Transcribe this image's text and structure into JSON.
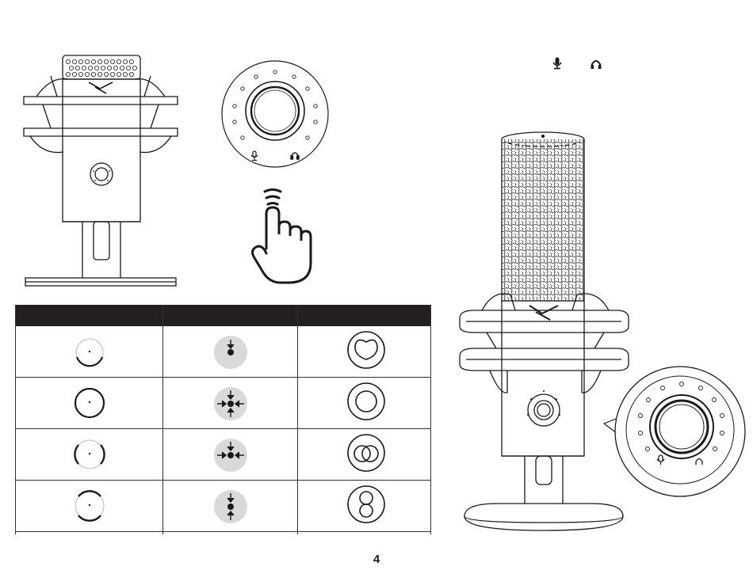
{
  "page": {
    "number": "4"
  },
  "status_icons": {
    "mic": "microphone-icon",
    "headphones": "headphones-icon"
  },
  "knob_icons": {
    "mic": "microphone-icon",
    "headphones": "headphones-icon"
  },
  "polar_table": {
    "headers": [
      "",
      "",
      ""
    ],
    "rows": [
      {
        "led_ring": "partial-ring",
        "pattern_arrows": "single-front-arrow",
        "pattern_shape": "cardioid"
      },
      {
        "led_ring": "full-ring",
        "pattern_arrows": "four-direction-arrows",
        "pattern_shape": "omnidirectional"
      },
      {
        "led_ring": "two-segment-ring",
        "pattern_arrows": "left-right-arrows",
        "pattern_shape": "stereo"
      },
      {
        "led_ring": "two-segment-ring-vertical",
        "pattern_arrows": "front-back-arrows",
        "pattern_shape": "bidirectional"
      }
    ]
  },
  "colors": {
    "header_bg": "#231f20",
    "line": "#1a1a1a",
    "shade": "#d9d9d9"
  }
}
